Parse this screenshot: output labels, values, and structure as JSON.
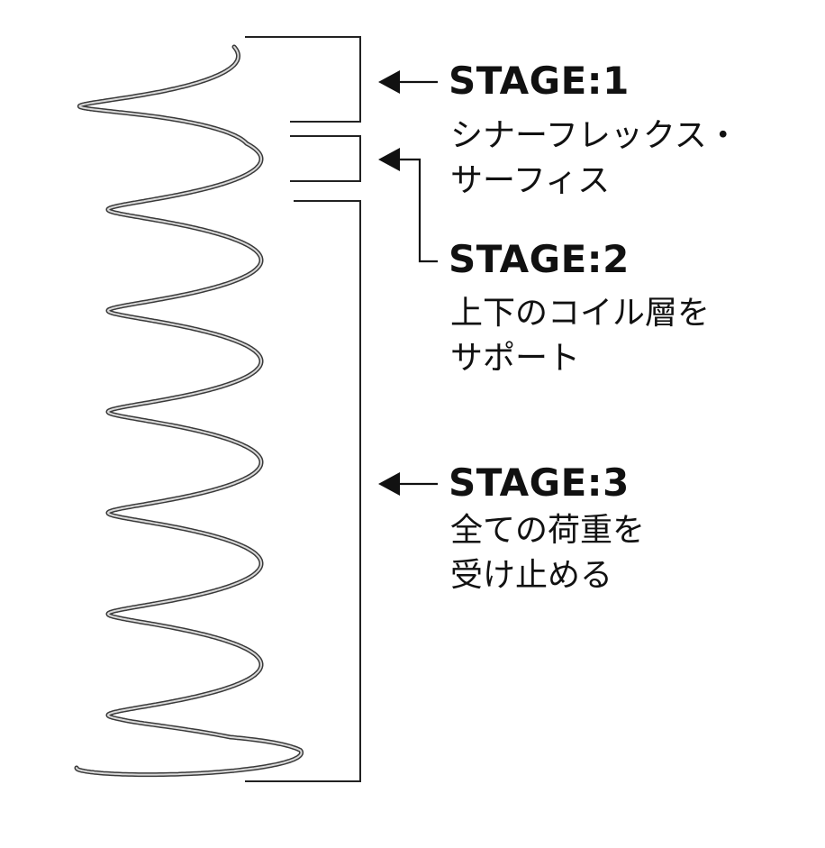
{
  "stages": [
    {
      "title": "STAGE:1",
      "lines": [
        "シナーフレックス・",
        "サーフィス"
      ]
    },
    {
      "title": "STAGE:2",
      "lines": [
        "上下のコイル層を",
        "サポート"
      ]
    },
    {
      "title": "STAGE:3",
      "lines": [
        "全ての荷重を",
        "受け止める"
      ]
    }
  ],
  "colors": {
    "text": "#111111",
    "line": "#222222",
    "spring_dark": "#3a3a3a",
    "spring_light": "#d8d8d8"
  }
}
